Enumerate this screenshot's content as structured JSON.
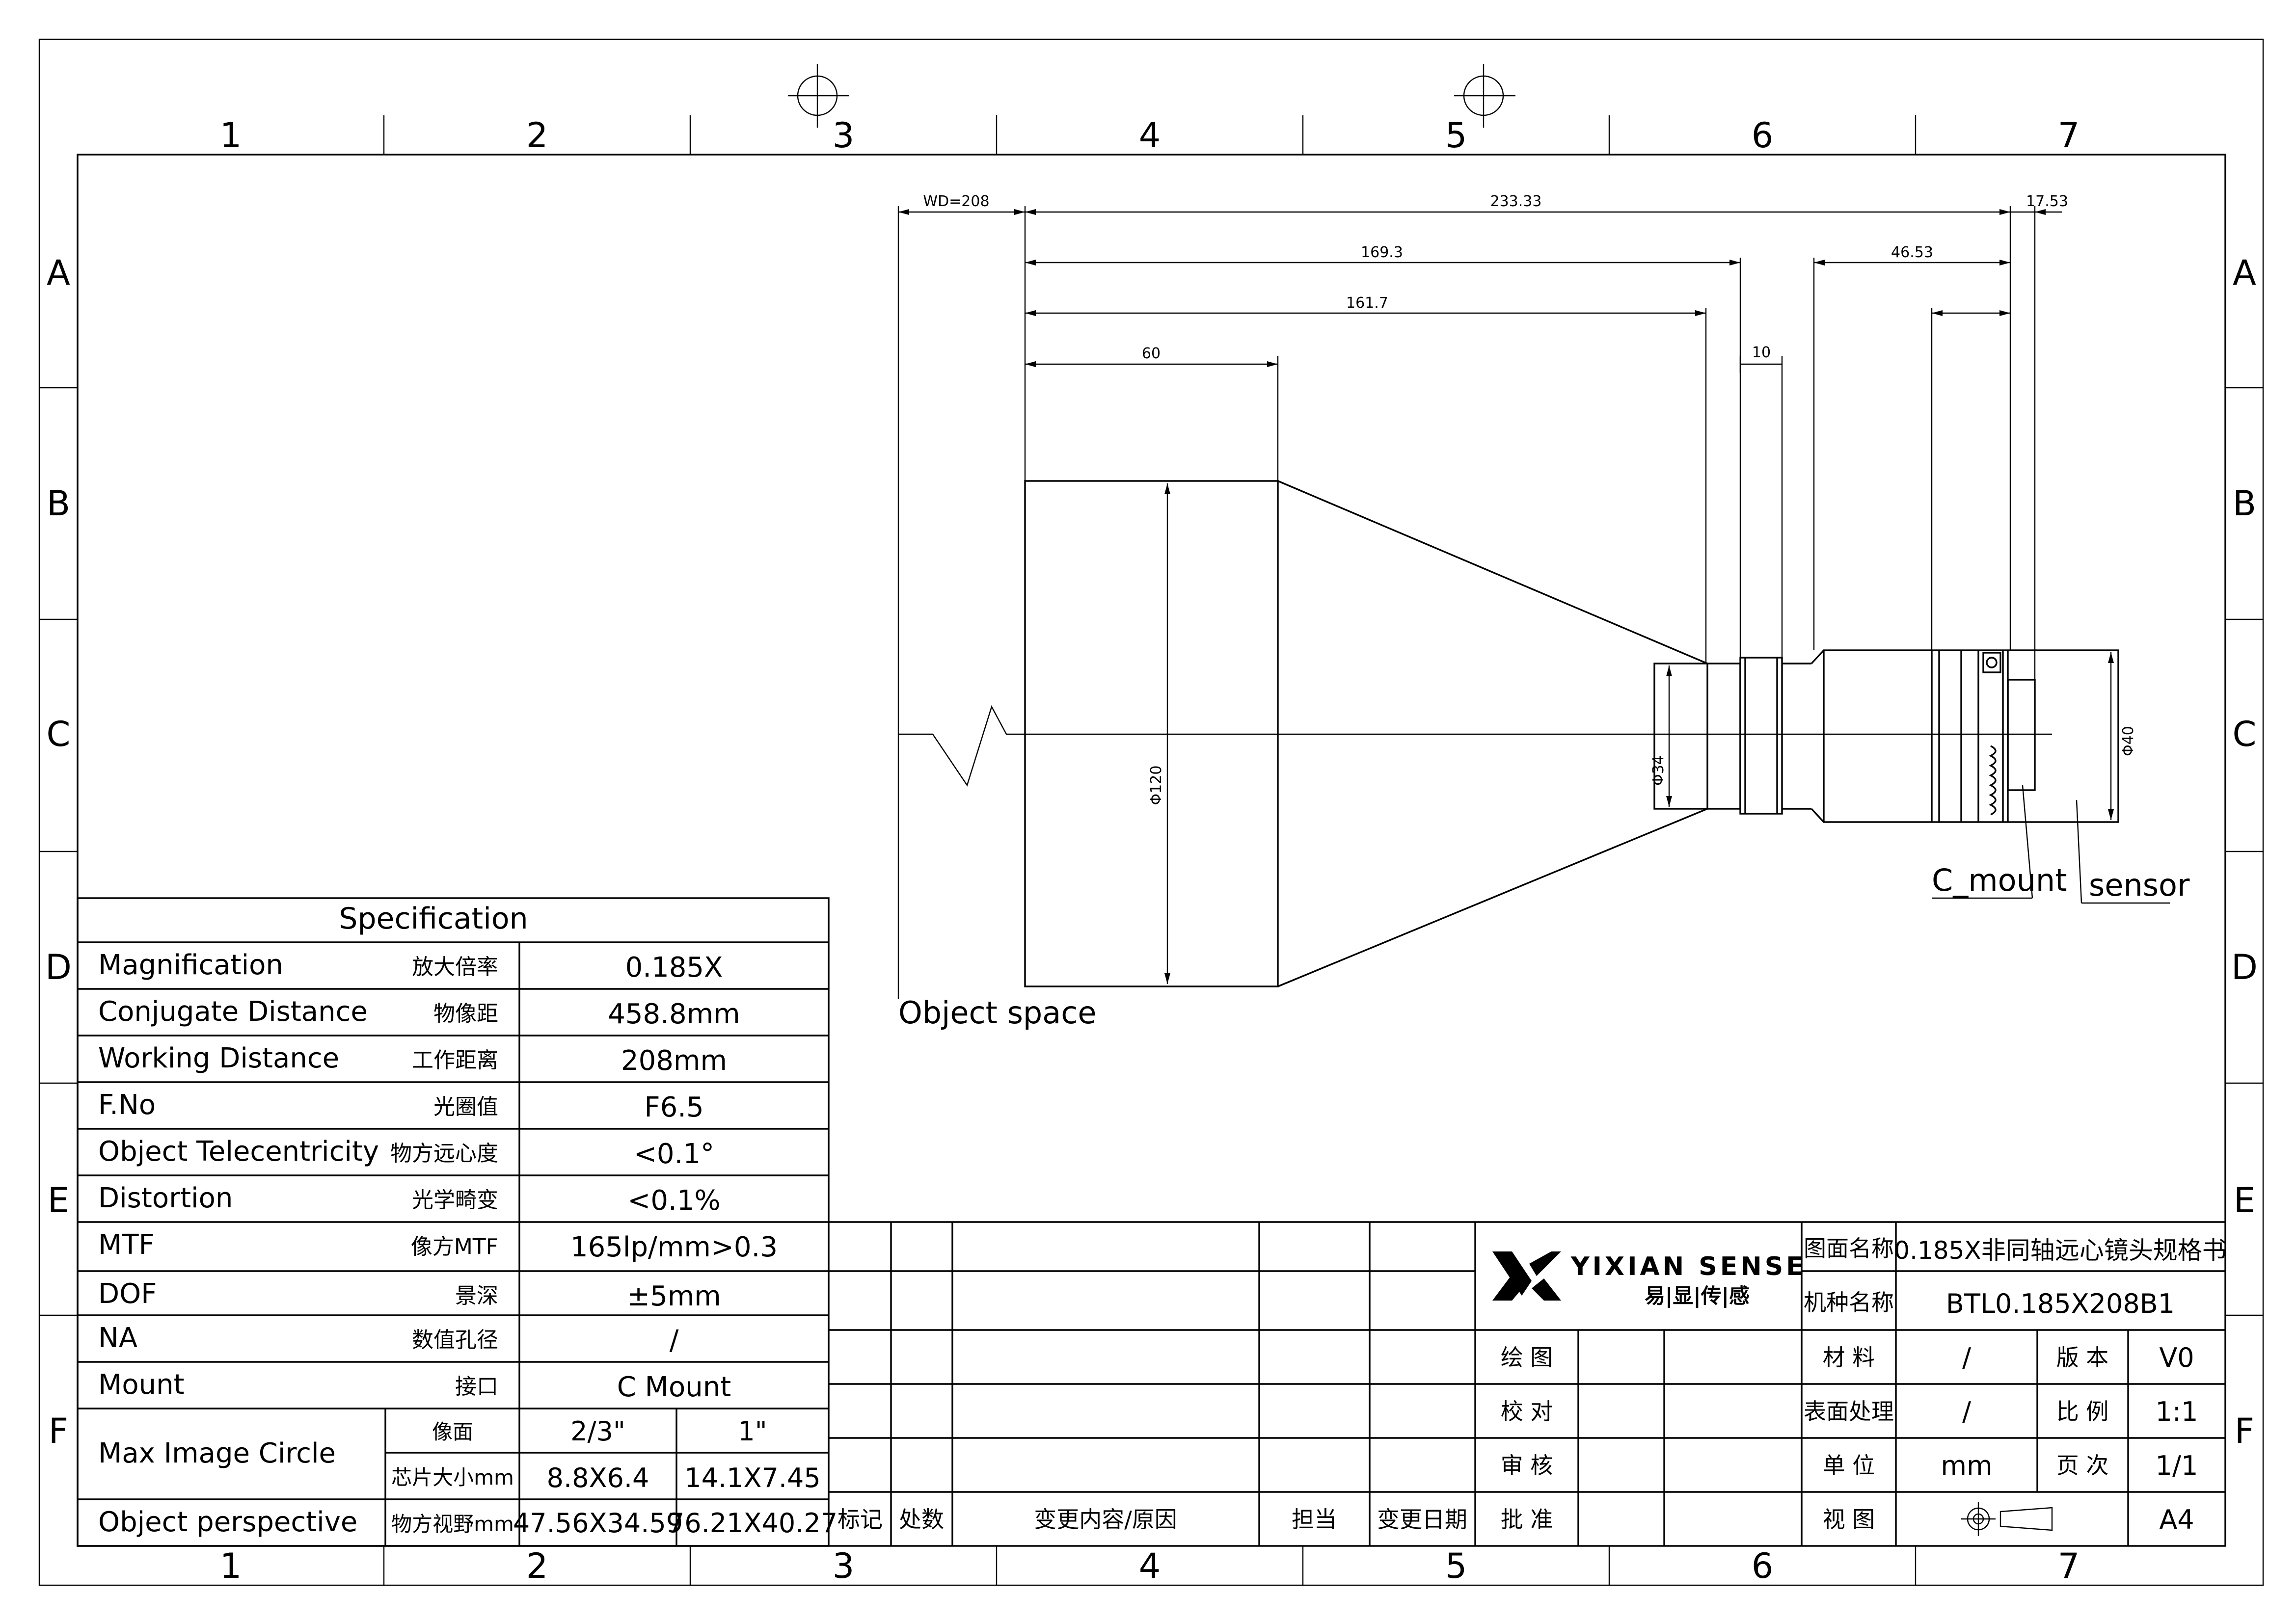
{
  "zones": {
    "cols": [
      "1",
      "2",
      "3",
      "4",
      "5",
      "6",
      "7"
    ],
    "rows": [
      "A",
      "B",
      "C",
      "D",
      "E",
      "F"
    ]
  },
  "dimensions": {
    "wd": "WD=208",
    "total": "233.33",
    "len_169": "169.3",
    "len_161": "161.7",
    "len_60": "60",
    "len_10": "10",
    "len_46": "46.53",
    "len_17": "17.53",
    "dia_120": "Φ120",
    "dia_34": "Φ34",
    "dia_40": "Φ40"
  },
  "labels": {
    "c_mount": "C_mount",
    "sensor": "sensor",
    "object_space": "Object space"
  },
  "spec": {
    "title": "Specification",
    "rows": [
      {
        "en": "Magnification",
        "cn": "放大倍率",
        "val": "0.185X"
      },
      {
        "en": "Conjugate Distance",
        "cn": "物像距",
        "val": "458.8mm"
      },
      {
        "en": "Working Distance",
        "cn": "工作距离",
        "val": "208mm"
      },
      {
        "en": "F.No",
        "cn": "光圈值",
        "val": "F6.5"
      },
      {
        "en": "Object Telecentricity",
        "cn": "物方远心度",
        "val": "<0.1°"
      },
      {
        "en": "Distortion",
        "cn": "光学畸变",
        "val": "<0.1%"
      },
      {
        "en": "MTF",
        "cn": "像方MTF",
        "val": "165lp/mm>0.3"
      },
      {
        "en": "DOF",
        "cn": "景深",
        "val": "±5mm"
      },
      {
        "en": "NA",
        "cn": "数值孔径",
        "val": "/"
      },
      {
        "en": "Mount",
        "cn": "接口",
        "val": "C Mount"
      }
    ],
    "max_image": {
      "en": "Max Image Circle",
      "cn1": "像面",
      "v1a": "2/3\"",
      "v1b": "1\"",
      "cn2": "芯片大小mm",
      "v2a": "8.8X6.4",
      "v2b": "14.1X7.45"
    },
    "perspective": {
      "en": "Object perspective",
      "cn": "物方视野mm",
      "va": "47.56X34.59",
      "vb": "76.21X40.27"
    }
  },
  "revision": {
    "h_mark": "标记",
    "h_count": "处数",
    "h_content": "变更内容/原因",
    "h_person": "担当",
    "h_date": "变更日期"
  },
  "title_block": {
    "company": "YIXIAN SENSE",
    "company_cn": "易|显|传|感",
    "drawing_name_label": "图面名称",
    "drawing_name": "0.185X非同轴远心镜头规格书",
    "model_label": "机种名称",
    "model": "BTL0.185X208B1",
    "sign_labels": [
      "绘 图",
      "校 对",
      "审 核",
      "批 准"
    ],
    "material_label": "材 料",
    "material": "/",
    "version_label": "版 本",
    "version": "V0",
    "surface_label": "表面处理",
    "surface": "/",
    "scale_label": "比 例",
    "scale": "1:1",
    "unit_label": "单 位",
    "unit": "mm",
    "page_label": "页 次",
    "page": "1/1",
    "view_label": "视 图",
    "size": "A4"
  },
  "icons": [
    "crosshair-icon",
    "projection-symbol-icon",
    "yixian-logo-icon"
  ]
}
